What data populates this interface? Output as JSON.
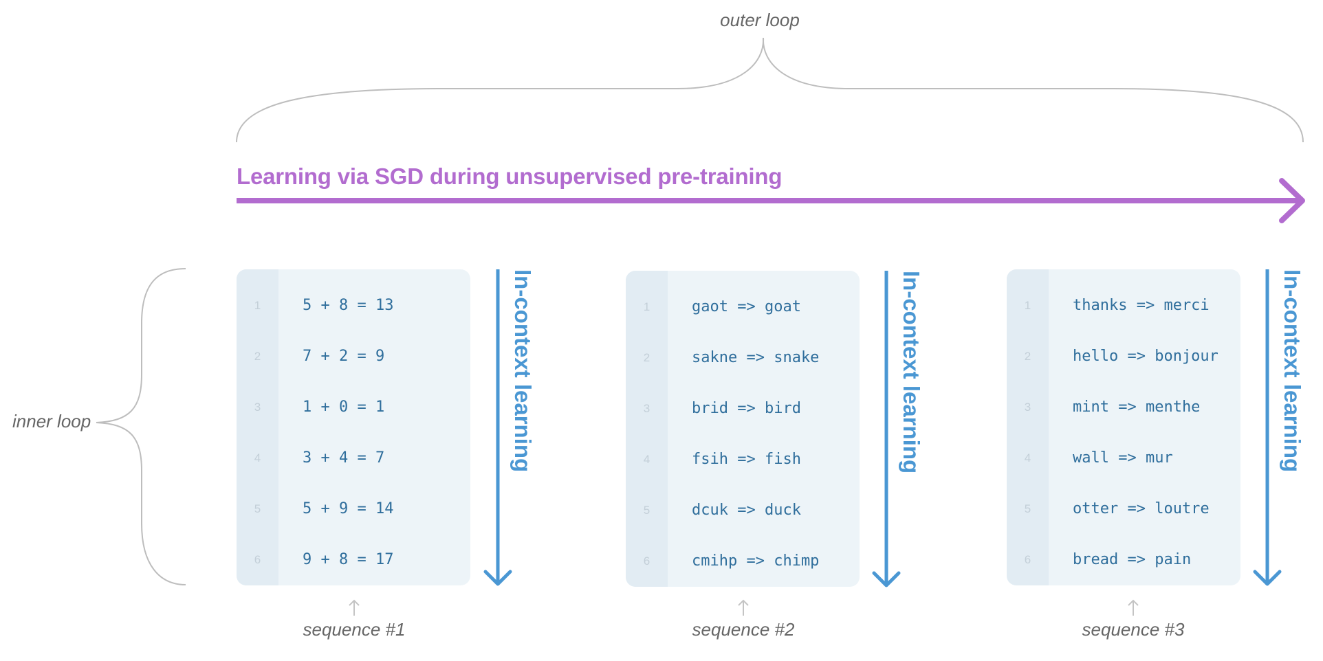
{
  "outer_loop_label": "outer loop",
  "inner_loop_label": "inner loop",
  "sgd_label": "Learning via SGD during unsupervised pre-training",
  "in_context_label": "In-context learning",
  "colors": {
    "sgd_arrow": "#b26ccf",
    "icl_arrow": "#4a97d3",
    "brace": "#bdbdbd",
    "panel_bg": "#edf4f8",
    "gutter_bg": "#e2ecf3",
    "code_text": "#2f6e9c",
    "caption_text": "#666666"
  },
  "sequences": [
    {
      "caption": "sequence #1",
      "lines": [
        {
          "num": "1",
          "text": "5 + 8 = 13"
        },
        {
          "num": "2",
          "text": "7 + 2 = 9"
        },
        {
          "num": "3",
          "text": "1 + 0 = 1"
        },
        {
          "num": "4",
          "text": "3 + 4 = 7"
        },
        {
          "num": "5",
          "text": "5 + 9 = 14"
        },
        {
          "num": "6",
          "text": "9 + 8 = 17"
        }
      ]
    },
    {
      "caption": "sequence #2",
      "lines": [
        {
          "num": "1",
          "text": "gaot => goat"
        },
        {
          "num": "2",
          "text": "sakne => snake"
        },
        {
          "num": "3",
          "text": "brid => bird"
        },
        {
          "num": "4",
          "text": "fsih => fish"
        },
        {
          "num": "5",
          "text": "dcuk => duck"
        },
        {
          "num": "6",
          "text": "cmihp => chimp"
        }
      ]
    },
    {
      "caption": "sequence #3",
      "lines": [
        {
          "num": "1",
          "text": "thanks => merci"
        },
        {
          "num": "2",
          "text": "hello => bonjour"
        },
        {
          "num": "3",
          "text": "mint => menthe"
        },
        {
          "num": "4",
          "text": "wall => mur"
        },
        {
          "num": "5",
          "text": "otter => loutre"
        },
        {
          "num": "6",
          "text": "bread => pain"
        }
      ]
    }
  ]
}
